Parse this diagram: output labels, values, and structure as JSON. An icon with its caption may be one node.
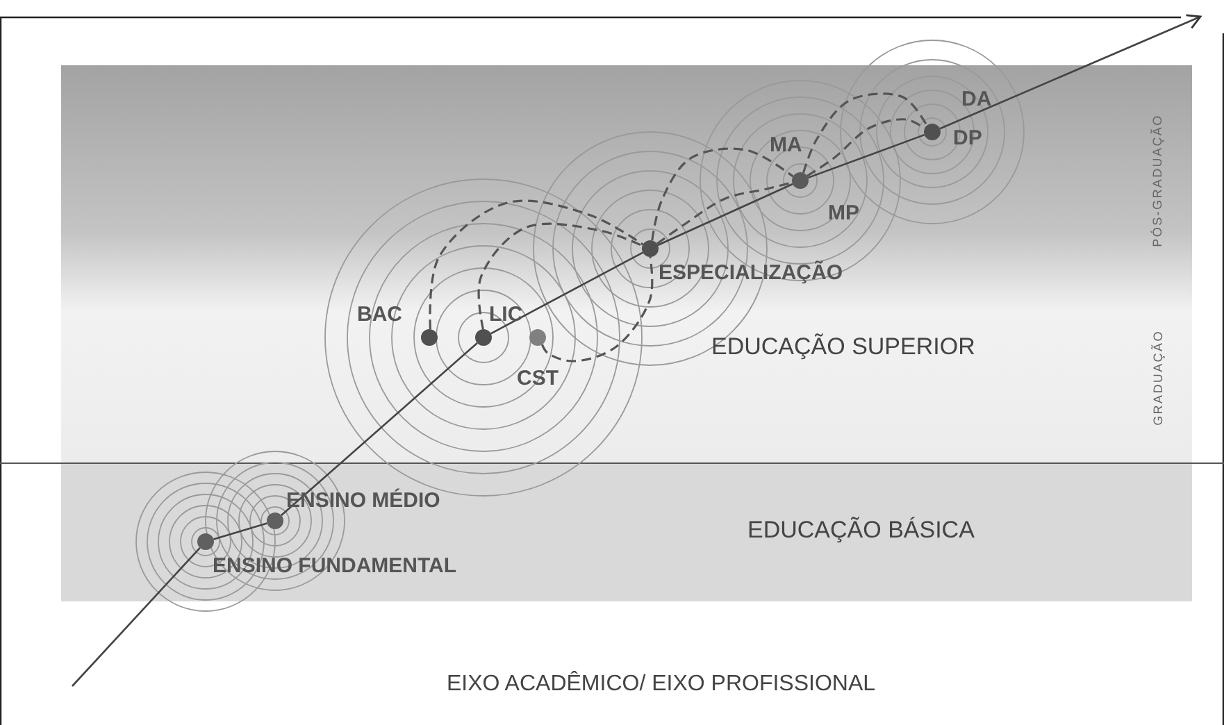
{
  "diagram": {
    "nodes": [
      {
        "text": [
          "EDUCAÇÃO SUPERIOR"
        ]
      },
      {
        "text": [
          "DA",
          "DP"
        ],
        "in": 0
      },
      {
        "text": [
          "MA",
          "MP"
        ],
        "in": 0
      },
      {
        "text": [
          "ESPECIALIZAÇÃO"
        ],
        "in": 0
      },
      {
        "text": [
          "BAC"
        ],
        "in": 0
      },
      {
        "text": [
          "LIC"
        ],
        "in": 0
      },
      {
        "text": [
          "CST"
        ],
        "in": 0
      },
      {
        "text": [
          "EDUCAÇÃO BÁSICA"
        ]
      },
      {
        "text": [
          "ENSINO MÉDIO"
        ],
        "in": 7
      },
      {
        "text": [
          "ENSINO FUNDAMENTAL"
        ],
        "in": 7
      }
    ],
    "edges": [
      {
        "from": null,
        "to": 9,
        "arrow": "none"
      },
      {
        "from": 9,
        "to": 8,
        "arrow": "none"
      },
      {
        "from": 8,
        "to": 5,
        "arrow": "none"
      },
      {
        "from": 5,
        "to": 3,
        "arrow": "none"
      },
      {
        "from": 3,
        "to": 2,
        "arrow": "none"
      },
      {
        "from": 2,
        "to": 1,
        "arrow": "none"
      },
      {
        "from": 1,
        "to": null,
        "arrow": "to"
      },
      {
        "from": 4,
        "to": 3,
        "arrow": "none",
        "style": "dashed"
      },
      {
        "from": 5,
        "to": 3,
        "arrow": "none",
        "style": "dashed"
      },
      {
        "from": 6,
        "to": 3,
        "arrow": "none",
        "style": "dashed"
      },
      {
        "from": 3,
        "to": 2,
        "arrow": "none",
        "style": "dashed"
      },
      {
        "from": 3,
        "to": 2,
        "arrow": "none",
        "style": "dashed"
      },
      {
        "from": 2,
        "to": 1,
        "arrow": "none",
        "style": "dashed"
      },
      {
        "from": 2,
        "to": 1,
        "arrow": "none",
        "style": "dashed"
      }
    ],
    "labels": [
      "PÓS-GRADUAÇÃO",
      "GRADUAÇÃO",
      "EIXO ACADÊMICO/ EIXO PROFISSIONAL"
    ]
  }
}
